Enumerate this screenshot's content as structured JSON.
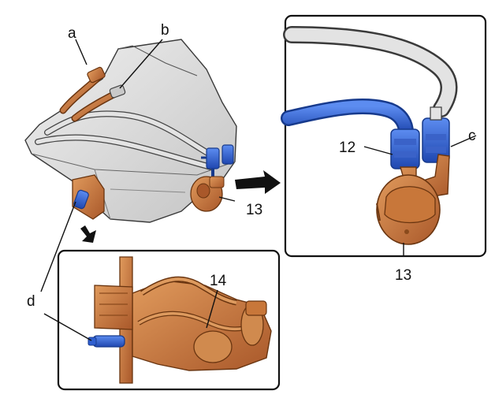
{
  "labels": {
    "a": "a",
    "b": "b",
    "c": "c",
    "d": "d",
    "n12": "12",
    "n13_main": "13",
    "n13_detail": "13",
    "n14": "14"
  },
  "colors": {
    "tank": "#d6d6d6",
    "tank_stroke": "#3a3a3a",
    "orange_part": "#c8773a",
    "orange_dark": "#8a4a1c",
    "blue_hose": "#2f5fd0",
    "blue_dark": "#173a8c",
    "grey_hose": "#e3e3e3",
    "frame": "#111111"
  },
  "icons": [
    "arrow-right-icon",
    "arrow-down-icon"
  ]
}
